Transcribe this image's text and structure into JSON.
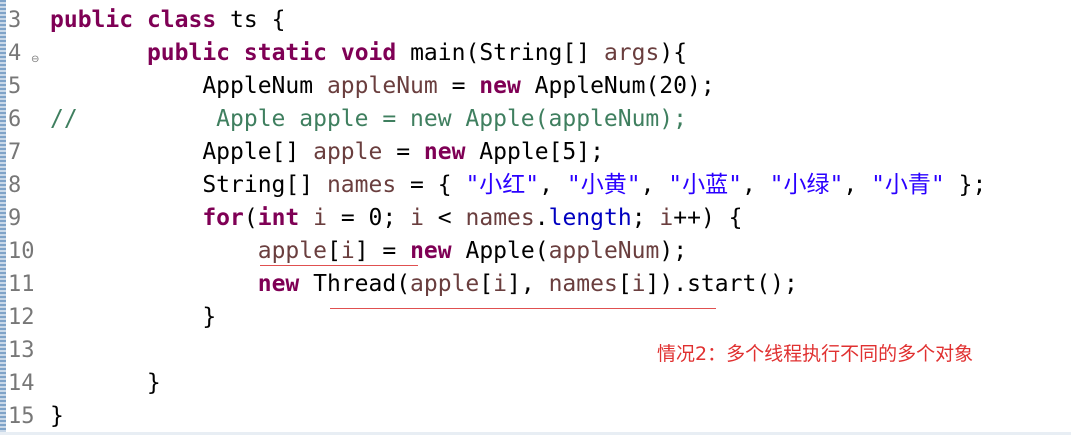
{
  "editor": {
    "lines": [
      {
        "num": "3",
        "fold": "",
        "tokens": [
          [
            "kw",
            "public"
          ],
          [
            "p",
            " "
          ],
          [
            "kw",
            "class"
          ],
          [
            "p",
            " ts {"
          ]
        ]
      },
      {
        "num": "4",
        "fold": "⊖",
        "tokens": [
          [
            "p",
            "       "
          ],
          [
            "kw",
            "public"
          ],
          [
            "p",
            " "
          ],
          [
            "kw",
            "static"
          ],
          [
            "p",
            " "
          ],
          [
            "kw",
            "void"
          ],
          [
            "p",
            " main(String[] "
          ],
          [
            "var",
            "args"
          ],
          [
            "p",
            "){"
          ]
        ]
      },
      {
        "num": "5",
        "fold": "",
        "tokens": [
          [
            "p",
            "           AppleNum "
          ],
          [
            "var",
            "appleNum"
          ],
          [
            "p",
            " = "
          ],
          [
            "kw",
            "new"
          ],
          [
            "p",
            " AppleNum(20);"
          ]
        ]
      },
      {
        "num": "6",
        "fold": "",
        "tokens": [
          [
            "cmt",
            "//          Apple apple = new Apple(appleNum);"
          ]
        ]
      },
      {
        "num": "7",
        "fold": "",
        "tokens": [
          [
            "p",
            "           Apple[] "
          ],
          [
            "var",
            "apple"
          ],
          [
            "p",
            " = "
          ],
          [
            "kw",
            "new"
          ],
          [
            "p",
            " Apple[5];"
          ]
        ]
      },
      {
        "num": "8",
        "fold": "",
        "tokens": [
          [
            "p",
            "           String[] "
          ],
          [
            "var",
            "names"
          ],
          [
            "p",
            " = { "
          ],
          [
            "str",
            "\"小红\""
          ],
          [
            "p",
            ", "
          ],
          [
            "str",
            "\"小黄\""
          ],
          [
            "p",
            ", "
          ],
          [
            "str",
            "\"小蓝\""
          ],
          [
            "p",
            ", "
          ],
          [
            "str",
            "\"小绿\""
          ],
          [
            "p",
            ", "
          ],
          [
            "str",
            "\"小青\""
          ],
          [
            "p",
            " };"
          ]
        ]
      },
      {
        "num": "9",
        "fold": "",
        "tokens": [
          [
            "p",
            "           "
          ],
          [
            "kw",
            "for"
          ],
          [
            "p",
            "("
          ],
          [
            "kw",
            "int"
          ],
          [
            "p",
            " "
          ],
          [
            "var",
            "i"
          ],
          [
            "p",
            " = 0; "
          ],
          [
            "var",
            "i"
          ],
          [
            "p",
            " < "
          ],
          [
            "var",
            "names"
          ],
          [
            "p",
            "."
          ],
          [
            "field",
            "length"
          ],
          [
            "p",
            "; "
          ],
          [
            "var",
            "i"
          ],
          [
            "p",
            "++) {"
          ]
        ]
      },
      {
        "num": "10",
        "fold": "",
        "tokens": [
          [
            "p",
            "               "
          ],
          [
            "var",
            "apple"
          ],
          [
            "p",
            "["
          ],
          [
            "var",
            "i"
          ],
          [
            "p",
            "] = "
          ],
          [
            "kw",
            "new"
          ],
          [
            "p",
            " Apple("
          ],
          [
            "var",
            "appleNum"
          ],
          [
            "p",
            ");"
          ]
        ]
      },
      {
        "num": "11",
        "fold": "",
        "tokens": [
          [
            "p",
            "               "
          ],
          [
            "kw",
            "new"
          ],
          [
            "p",
            " Thread("
          ],
          [
            "var",
            "apple"
          ],
          [
            "p",
            "["
          ],
          [
            "var",
            "i"
          ],
          [
            "p",
            "], "
          ],
          [
            "var",
            "names"
          ],
          [
            "p",
            "["
          ],
          [
            "var",
            "i"
          ],
          [
            "p",
            "]).start();"
          ]
        ]
      },
      {
        "num": "12",
        "fold": "",
        "tokens": [
          [
            "p",
            "           }"
          ]
        ]
      },
      {
        "num": "13",
        "fold": "",
        "tokens": [
          [
            "p",
            ""
          ]
        ]
      },
      {
        "num": "14",
        "fold": "",
        "tokens": [
          [
            "p",
            "       }"
          ]
        ]
      },
      {
        "num": "15",
        "fold": "",
        "tokens": [
          [
            "p",
            "}"
          ]
        ]
      }
    ]
  },
  "annotation": {
    "text": "情况2：多个线程执行不同的多个对象"
  },
  "colors": {
    "keyword": "#7f0055",
    "local_variable": "#6a3e3e",
    "field": "#0000c0",
    "string": "#2a00ff",
    "comment": "#3f7f5f",
    "annotation": "#e03030",
    "underline": "#e05050"
  }
}
